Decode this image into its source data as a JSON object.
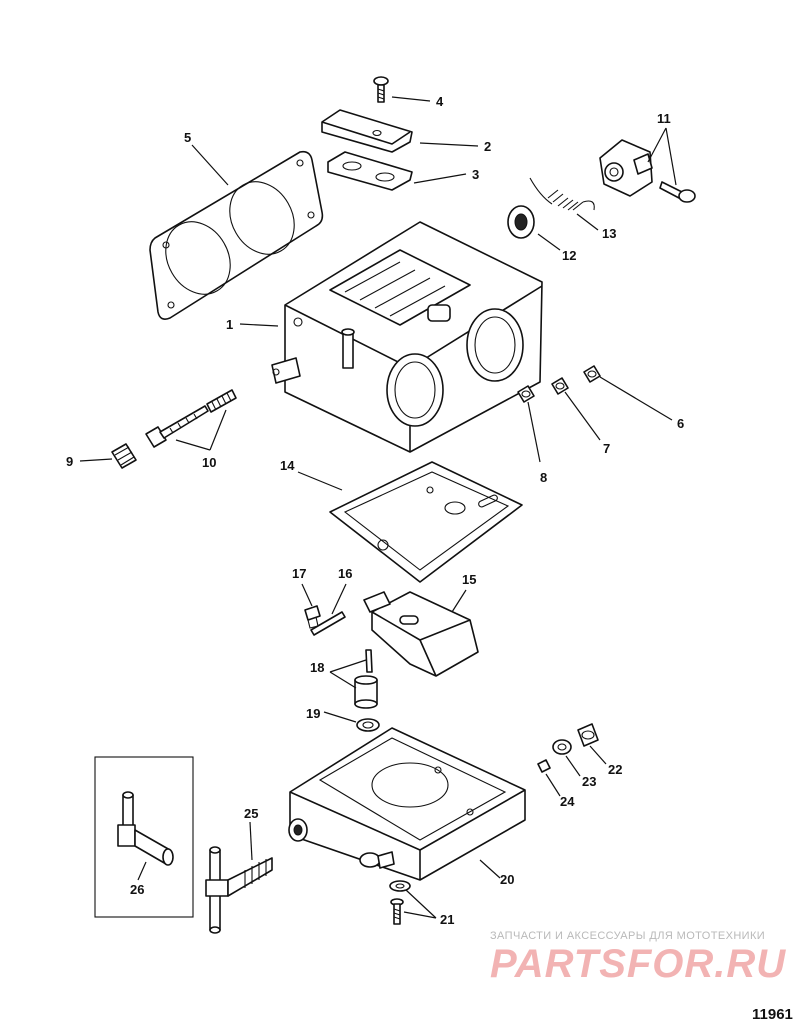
{
  "diagram": {
    "callouts": [
      "1",
      "2",
      "3",
      "4",
      "5",
      "6",
      "7",
      "8",
      "9",
      "10",
      "11",
      "12",
      "13",
      "14",
      "15",
      "16",
      "17",
      "18",
      "19",
      "20",
      "21",
      "22",
      "23",
      "24",
      "25",
      "26"
    ]
  },
  "watermark": {
    "caption": "ЗАПЧАСТИ И АКСЕССУАРЫ ДЛЯ МОТОТЕХНИКИ",
    "logo": "PARTSFOR.RU"
  },
  "figure_id": "11961"
}
